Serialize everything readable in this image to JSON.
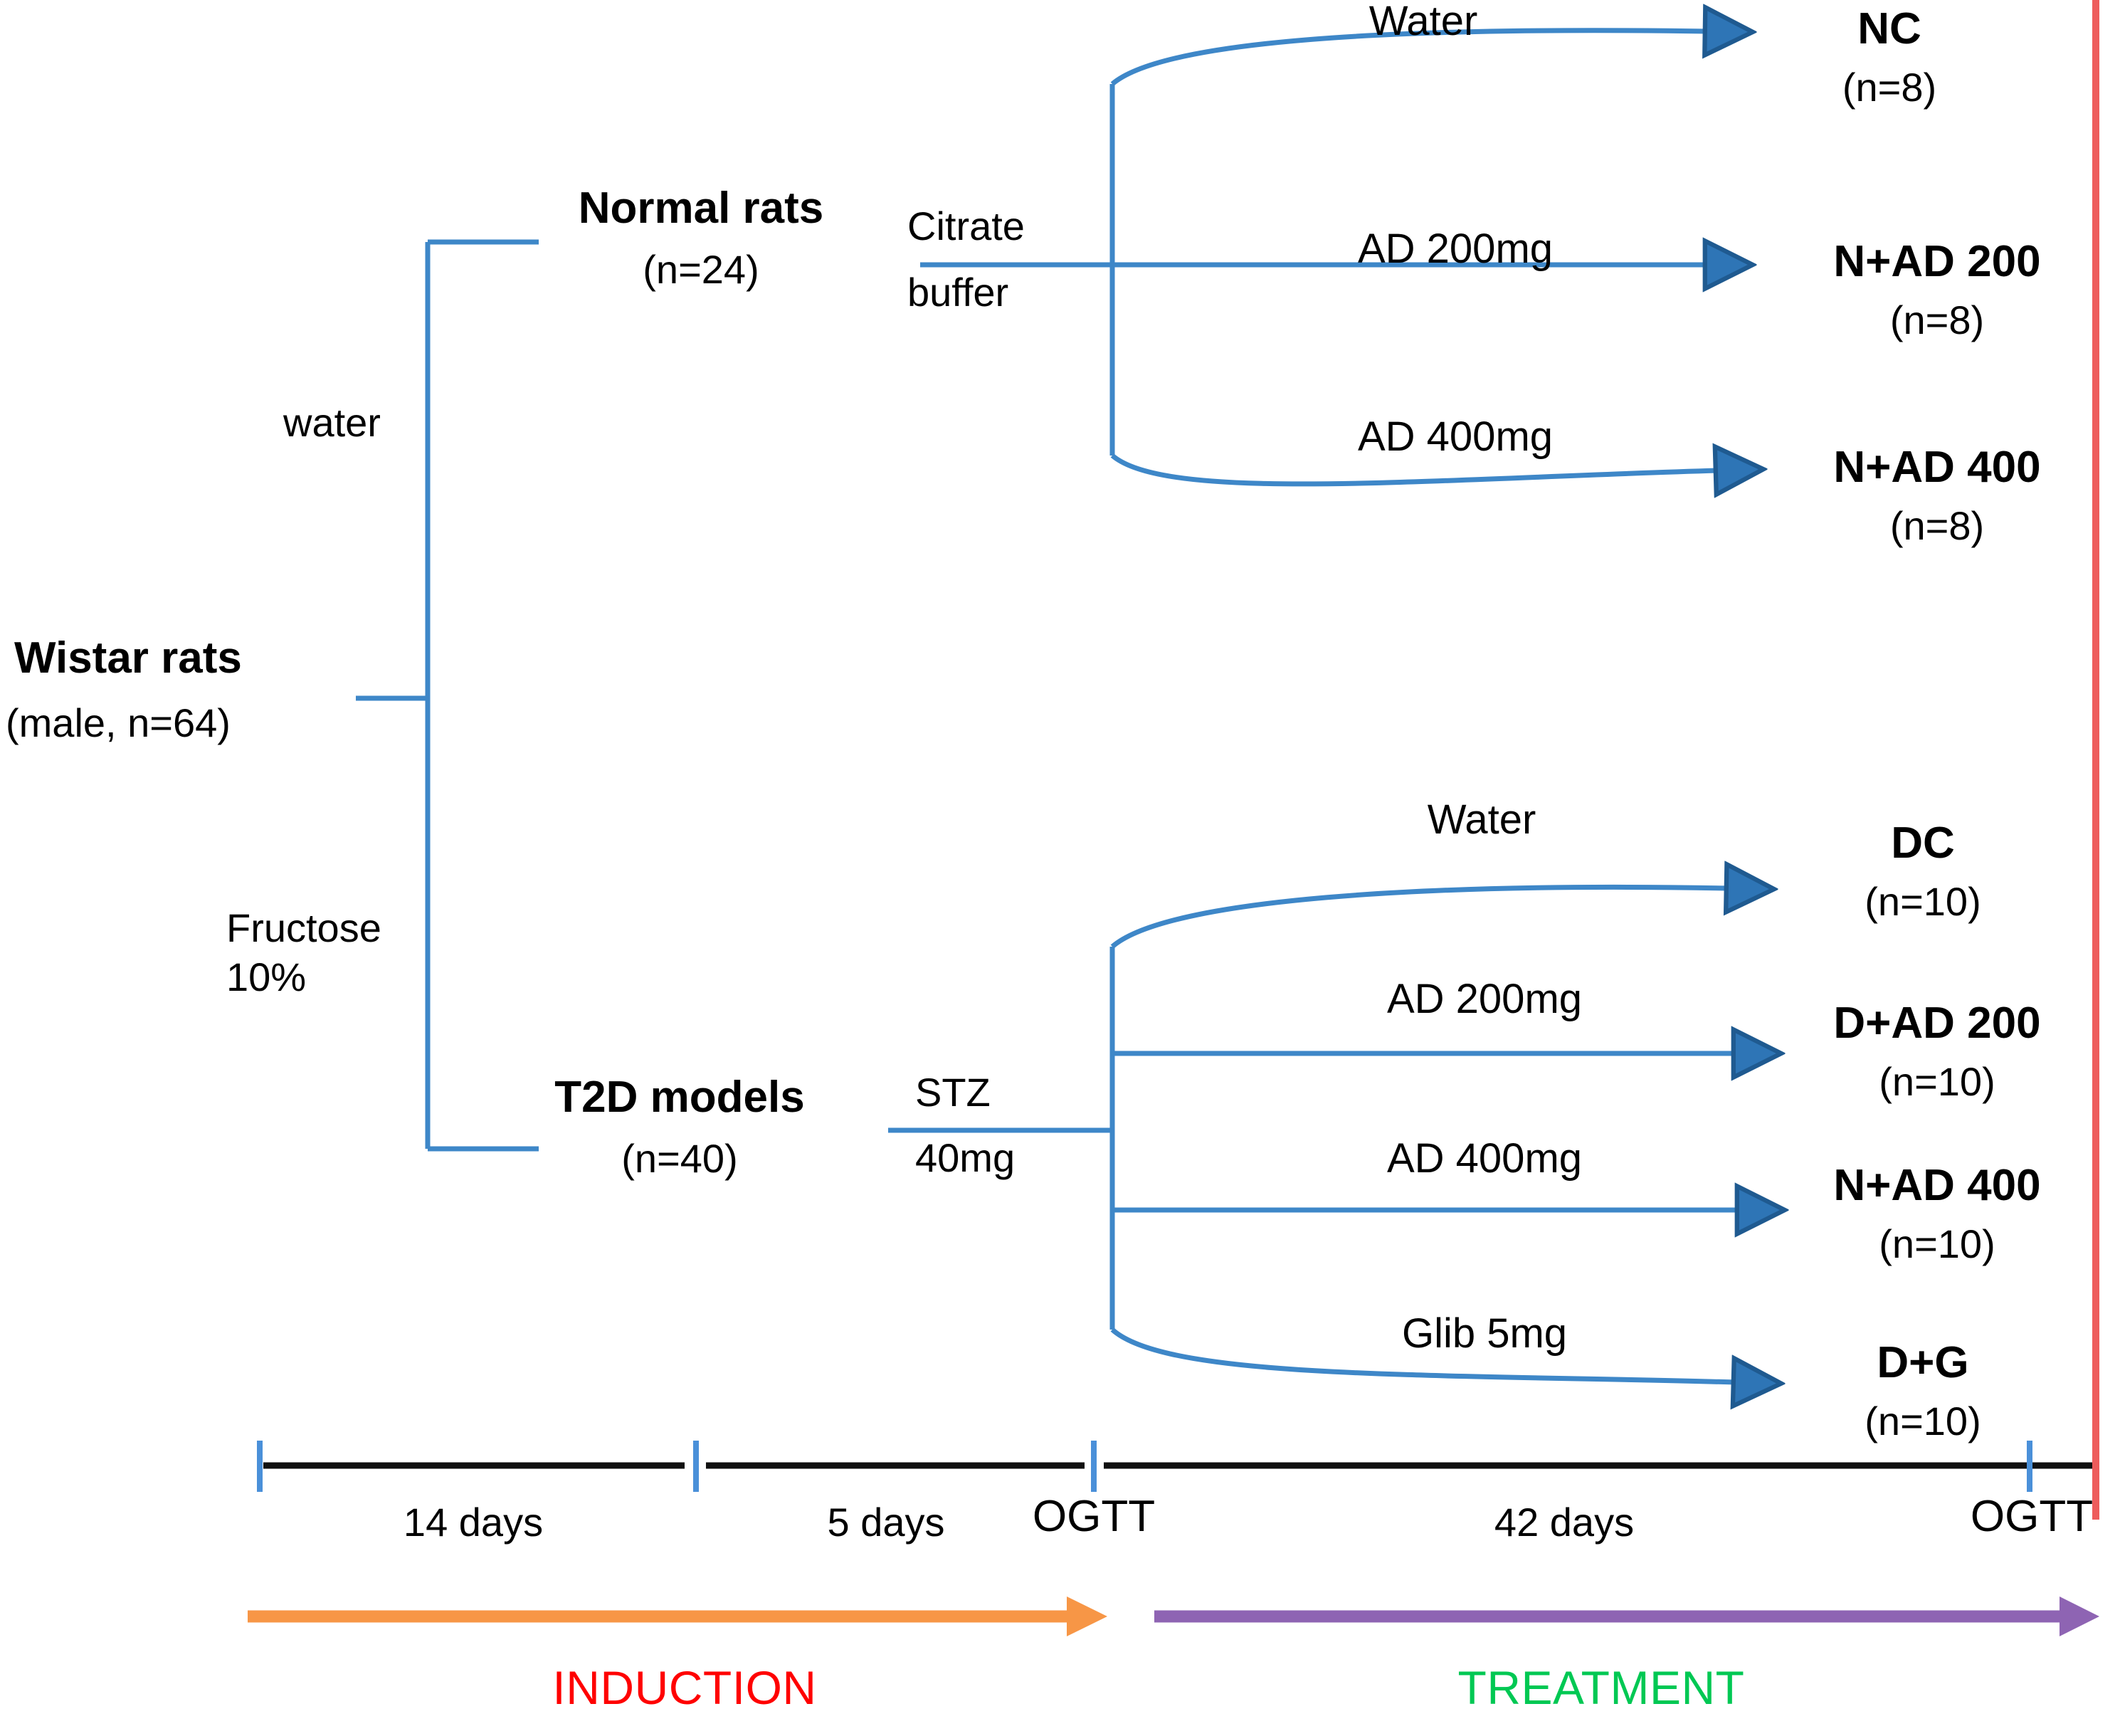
{
  "diagram": {
    "title": "Experimental design flowchart of rat study",
    "colors": {
      "connector_blue": "#3E87C8",
      "arrow_blue": "#2E75B6",
      "timeline_black": "#111111",
      "tick_blue": "#4A90D9",
      "induction_arrow_orange": "#F79646",
      "treatment_arrow_purple": "#8E64B3",
      "induction_text_red": "#FF0000",
      "treatment_text_green": "#00C853",
      "end_bar_red": "#EE5C5C"
    },
    "root": {
      "title": "Wistar rats",
      "subtitle": "(male, n=64)"
    },
    "root_edges": [
      {
        "label": "water"
      },
      {
        "label_line1": "Fructose",
        "label_line2": "10%"
      }
    ],
    "groups": [
      {
        "title": "Normal rats",
        "subtitle": "(n=24)",
        "treatment_edge_line1": "Citrate",
        "treatment_edge_line2": "buffer",
        "branches": [
          {
            "edge_label": "Water",
            "name": "NC",
            "n": "(n=8)"
          },
          {
            "edge_label": "AD 200mg",
            "name": "N+AD 200",
            "n": "(n=8)"
          },
          {
            "edge_label": "AD 400mg",
            "name": "N+AD 400",
            "n": "(n=8)"
          }
        ]
      },
      {
        "title": "T2D models",
        "subtitle": "(n=40)",
        "treatment_edge_line1": "STZ",
        "treatment_edge_line2": "40mg",
        "branches": [
          {
            "edge_label": "Water",
            "name": "DC",
            "n": "(n=10)"
          },
          {
            "edge_label": "AD 200mg",
            "name": "D+AD 200",
            "n": "(n=10)"
          },
          {
            "edge_label": "AD 400mg",
            "name": "N+AD 400",
            "n": "(n=10)"
          },
          {
            "edge_label": "Glib 5mg",
            "name": "D+G",
            "n": "(n=10)"
          }
        ]
      }
    ],
    "timeline": {
      "segments": [
        {
          "label": "14 days"
        },
        {
          "label": "5 days"
        },
        {
          "label": "42 days"
        }
      ],
      "markers": [
        {
          "label": "OGTT"
        },
        {
          "label": "OGTT"
        }
      ],
      "phases": [
        {
          "label": "INDUCTION",
          "color": "#FF0000"
        },
        {
          "label": "TREATMENT",
          "color": "#00C853"
        }
      ]
    }
  }
}
